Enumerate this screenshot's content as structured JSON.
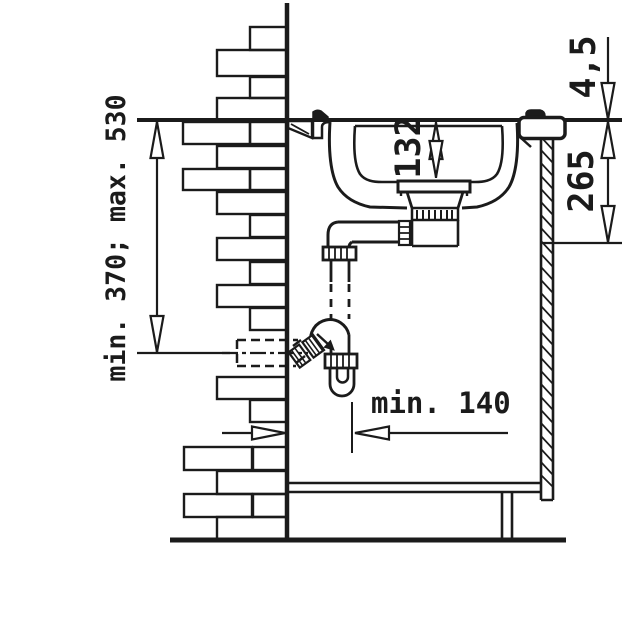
{
  "drawing": {
    "background": "#ffffff",
    "line_color": "#1b1b1b"
  },
  "dimensions": {
    "mounting_height": {
      "label": "min. 370; max. 530",
      "orientation": "vertical"
    },
    "bowl_depth": {
      "label": "132",
      "orientation": "vertical"
    },
    "rim_above_worktop": {
      "label": "4,5",
      "orientation": "vertical"
    },
    "under_worktop_clearance": {
      "label": "265",
      "orientation": "vertical"
    },
    "drain_wall_distance": {
      "label": "min. 140",
      "orientation": "horizontal"
    }
  }
}
